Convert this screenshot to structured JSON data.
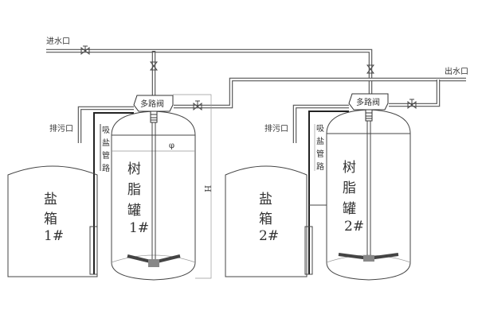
{
  "labels": {
    "inlet": "进水口",
    "outlet": "出水口",
    "drain_1": "排污口",
    "drain_2": "排污口",
    "valve_1": "多路阀",
    "valve_2": "多路阀",
    "brine_line_1": [
      "吸",
      "盐",
      "管",
      "路"
    ],
    "brine_line_2": [
      "吸",
      "盐",
      "管",
      "路"
    ],
    "resin_tank_1": [
      "树",
      "脂",
      "罐",
      "1#"
    ],
    "resin_tank_2": [
      "树",
      "脂",
      "罐",
      "2#"
    ],
    "salt_tank_1": [
      "盐",
      "箱",
      "1#"
    ],
    "salt_tank_2": [
      "盐",
      "箱",
      "2#"
    ],
    "diameter": "φ",
    "height": "H"
  }
}
